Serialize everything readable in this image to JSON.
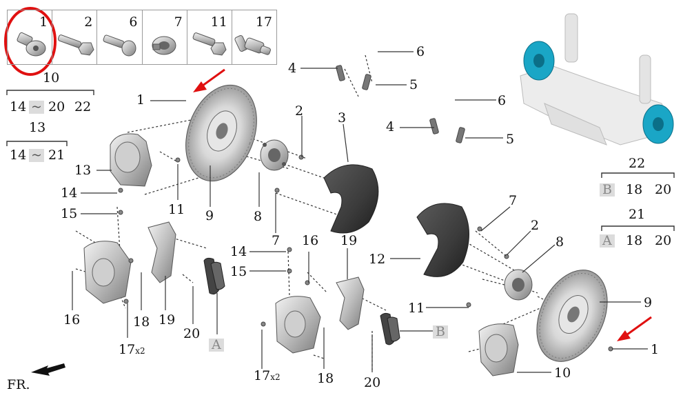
{
  "fastener_table": [
    "1",
    "2",
    "6",
    "7",
    "11",
    "17"
  ],
  "groups": {
    "g10": {
      "title": "10",
      "range_start": "14",
      "tilde": "~",
      "range_end": "20",
      "extra": "22"
    },
    "g13": {
      "title": "13",
      "range_start": "14",
      "tilde": "~",
      "range_end": "21"
    },
    "g22": {
      "title": "22",
      "tag": "B",
      "a": "18",
      "b": "20"
    },
    "g21": {
      "title": "21",
      "tag": "A",
      "a": "18",
      "b": "20"
    }
  },
  "callouts": {
    "left": {
      "disc_bolt": "1",
      "hub_bolt": "2",
      "shield": "3",
      "sensor": "4",
      "sensor_b": "5",
      "sensor_c": "6",
      "bolt7": "7",
      "hub": "8",
      "disc": "9",
      "bolt11": "11",
      "caliper": "13",
      "p14": "14",
      "p15": "15",
      "p16": "16",
      "p17": "17",
      "p17_qty": "x2",
      "p18": "18",
      "p19": "19",
      "p20": "20",
      "kit": "A"
    },
    "mid": {
      "p14": "14",
      "p15": "15",
      "p16": "16",
      "p19": "19",
      "p17": "17",
      "p17_qty": "x2",
      "p18": "18",
      "p20": "20",
      "kit": "B",
      "s4": "4",
      "s5": "5",
      "s6": "6"
    },
    "right": {
      "bolt7": "7",
      "hub_bolt": "2",
      "hub": "8",
      "shield": "12",
      "bolt11": "11",
      "disc": "9",
      "disc_bolt": "1",
      "caliper": "10"
    }
  },
  "front_label": "FR.",
  "colors": {
    "highlight_red": "#e01010",
    "hub_teal": "#1aa6c6",
    "part_gray": "#8c8c8c",
    "line": "#333333"
  },
  "icons": [
    "front-arrow-icon",
    "highlight-arrow-icon",
    "highlight-circle-icon"
  ]
}
